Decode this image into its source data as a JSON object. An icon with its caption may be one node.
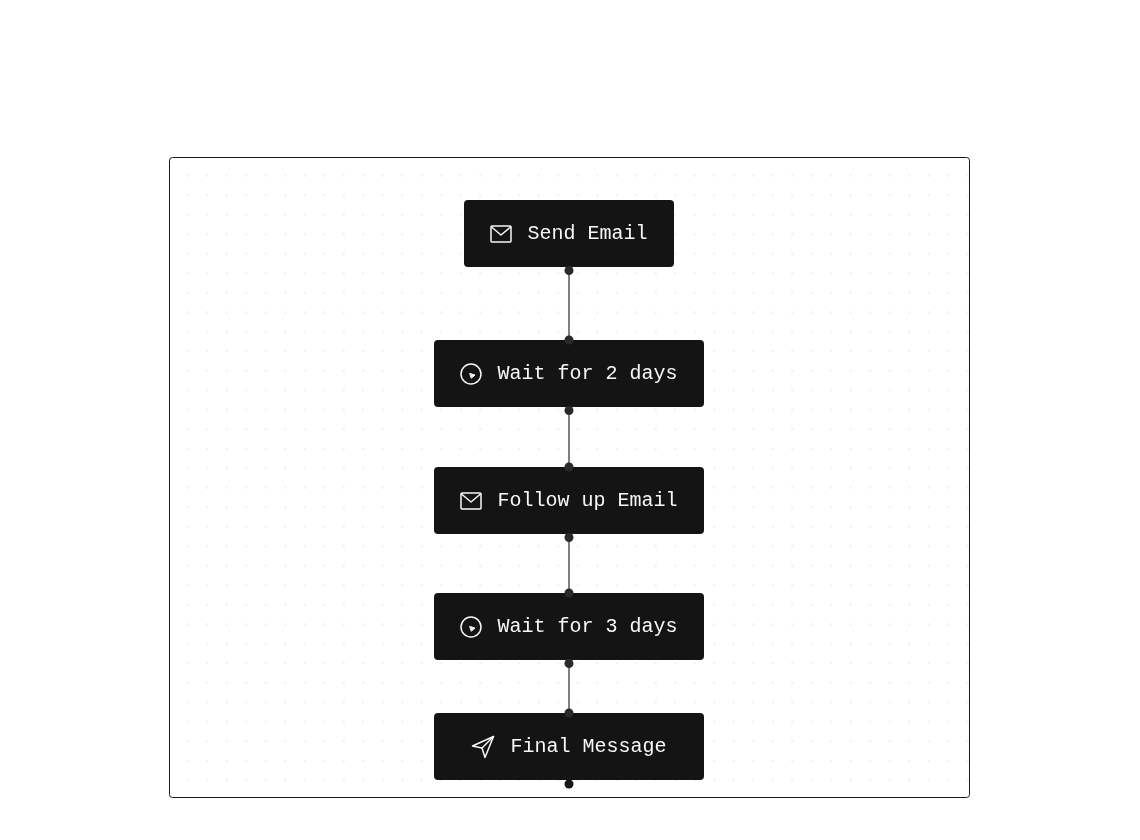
{
  "diagram": {
    "nodes": [
      {
        "text": [
          "Send Email"
        ]
      },
      {
        "text": [
          "Wait for 2 days"
        ]
      },
      {
        "text": [
          "Follow up Email"
        ]
      },
      {
        "text": [
          "Wait for 3 days"
        ]
      },
      {
        "text": [
          "Final Message"
        ]
      }
    ],
    "edges": [
      {
        "from": 0,
        "to": 1,
        "arrow": "other"
      },
      {
        "from": 1,
        "to": 2,
        "arrow": "other"
      },
      {
        "from": 2,
        "to": 3,
        "arrow": "other"
      },
      {
        "from": 3,
        "to": 4,
        "arrow": "other"
      }
    ]
  }
}
